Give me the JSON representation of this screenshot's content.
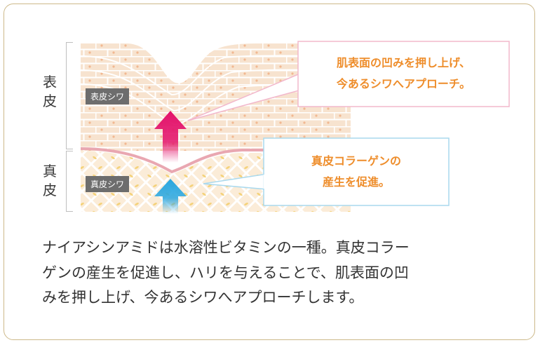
{
  "labels": {
    "epidermis": "表皮",
    "dermis": "真皮",
    "epidermis_wrinkle": "表皮シワ",
    "dermis_wrinkle": "真皮シワ"
  },
  "callouts": {
    "top": [
      "肌表面の凹みを押し上げ、",
      "今あるシワへアプローチ。"
    ],
    "bottom": [
      "真皮コラーゲンの",
      "産生を促進。"
    ]
  },
  "description": [
    "ナイアシンアミドは水溶性ビタミンの一種。真皮コラー",
    "ゲンの産生を促進し、ハリを与えることで、肌表面の凹",
    "みを押し上げ、今あるシワへアプローチします。"
  ],
  "colors": {
    "frame": "#cdb98a",
    "skin": "#f7e5d3",
    "cell_line": "#ffffff",
    "dermis_band": "#e9aab2",
    "arrow_pink": "#e0156f",
    "arrow_blue": "#2aa7e0",
    "callout_text": "#ee8d2b",
    "callout_pink_border": "#f2b8cc",
    "callout_blue_border": "#a9d9ee"
  },
  "icons": [
    "up-arrow-pink-icon",
    "up-arrow-blue-icon"
  ]
}
